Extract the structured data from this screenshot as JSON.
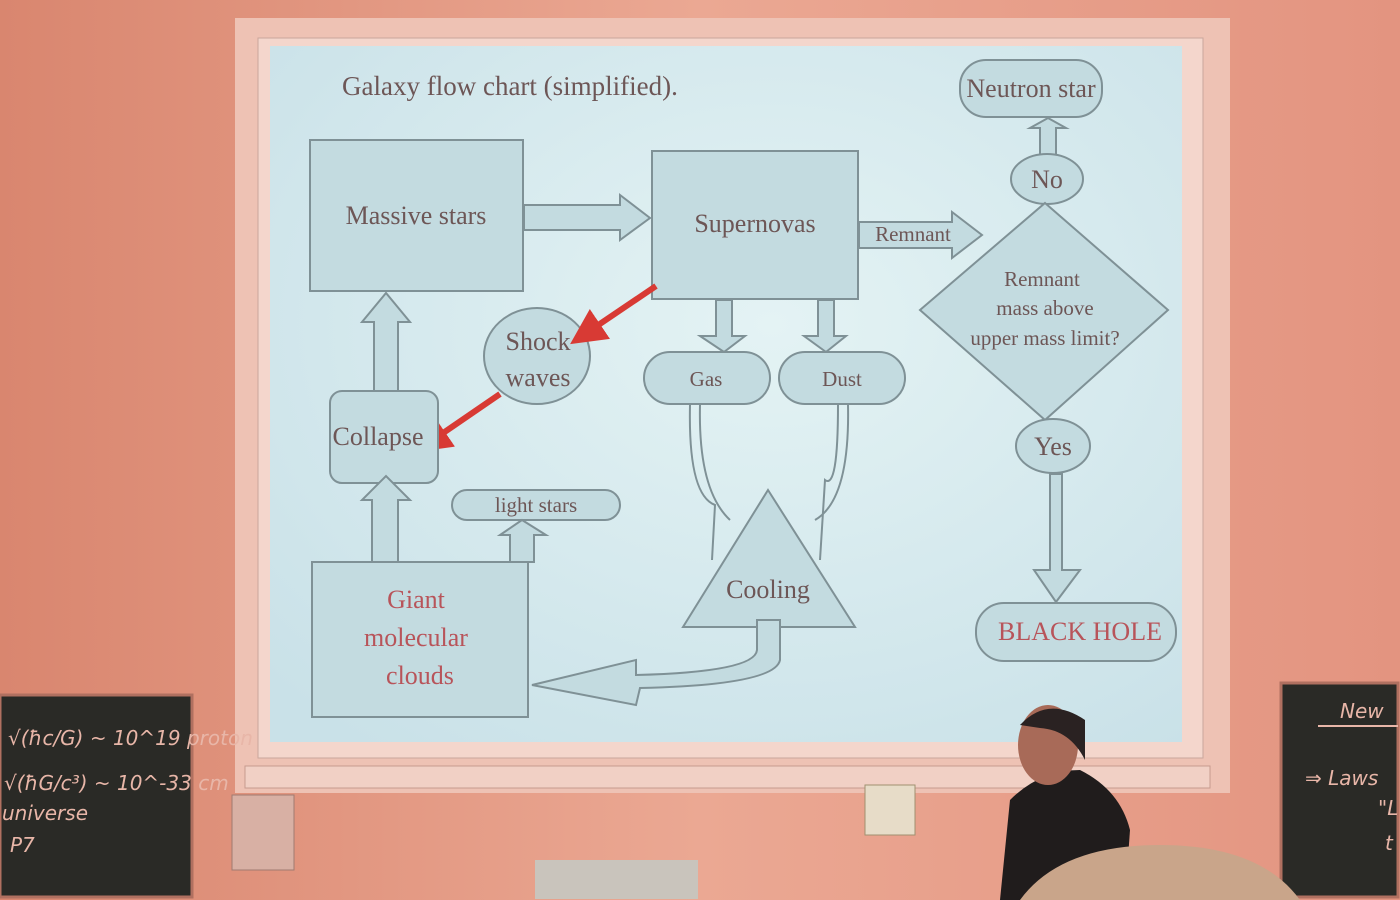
{
  "slide": {
    "title": "Galaxy flow chart (simplified).",
    "nodes": {
      "massive_stars": "Massive stars",
      "supernovas": "Supernovas",
      "remnant_label": "Remnant",
      "neutron_star": "Neutron star",
      "no": "No",
      "decision": [
        "Remnant",
        "mass above",
        "upper mass limit?"
      ],
      "yes": "Yes",
      "black_hole": "BLACK HOLE",
      "shock_waves": [
        "Shock",
        "waves"
      ],
      "collapse": "Collapse",
      "gas": "Gas",
      "dust": "Dust",
      "light_stars": "light stars",
      "cooling": "Cooling",
      "giant_molecular_clouds": [
        "Giant",
        "molecular",
        "clouds"
      ]
    }
  },
  "blackboard_left": [
    "√(ħc/G) ~ 10^19 proton",
    "√(ħG/c³) ~ 10^-33 cm",
    "universe",
    "P7"
  ],
  "blackboard_right": [
    "New",
    "⇒ Laws",
    "\"L",
    "t"
  ],
  "colors": {
    "wall": "#e59a84",
    "screen": "#d6eaee",
    "arrow_red": "#d83a34",
    "box": "#c3dbe0"
  }
}
